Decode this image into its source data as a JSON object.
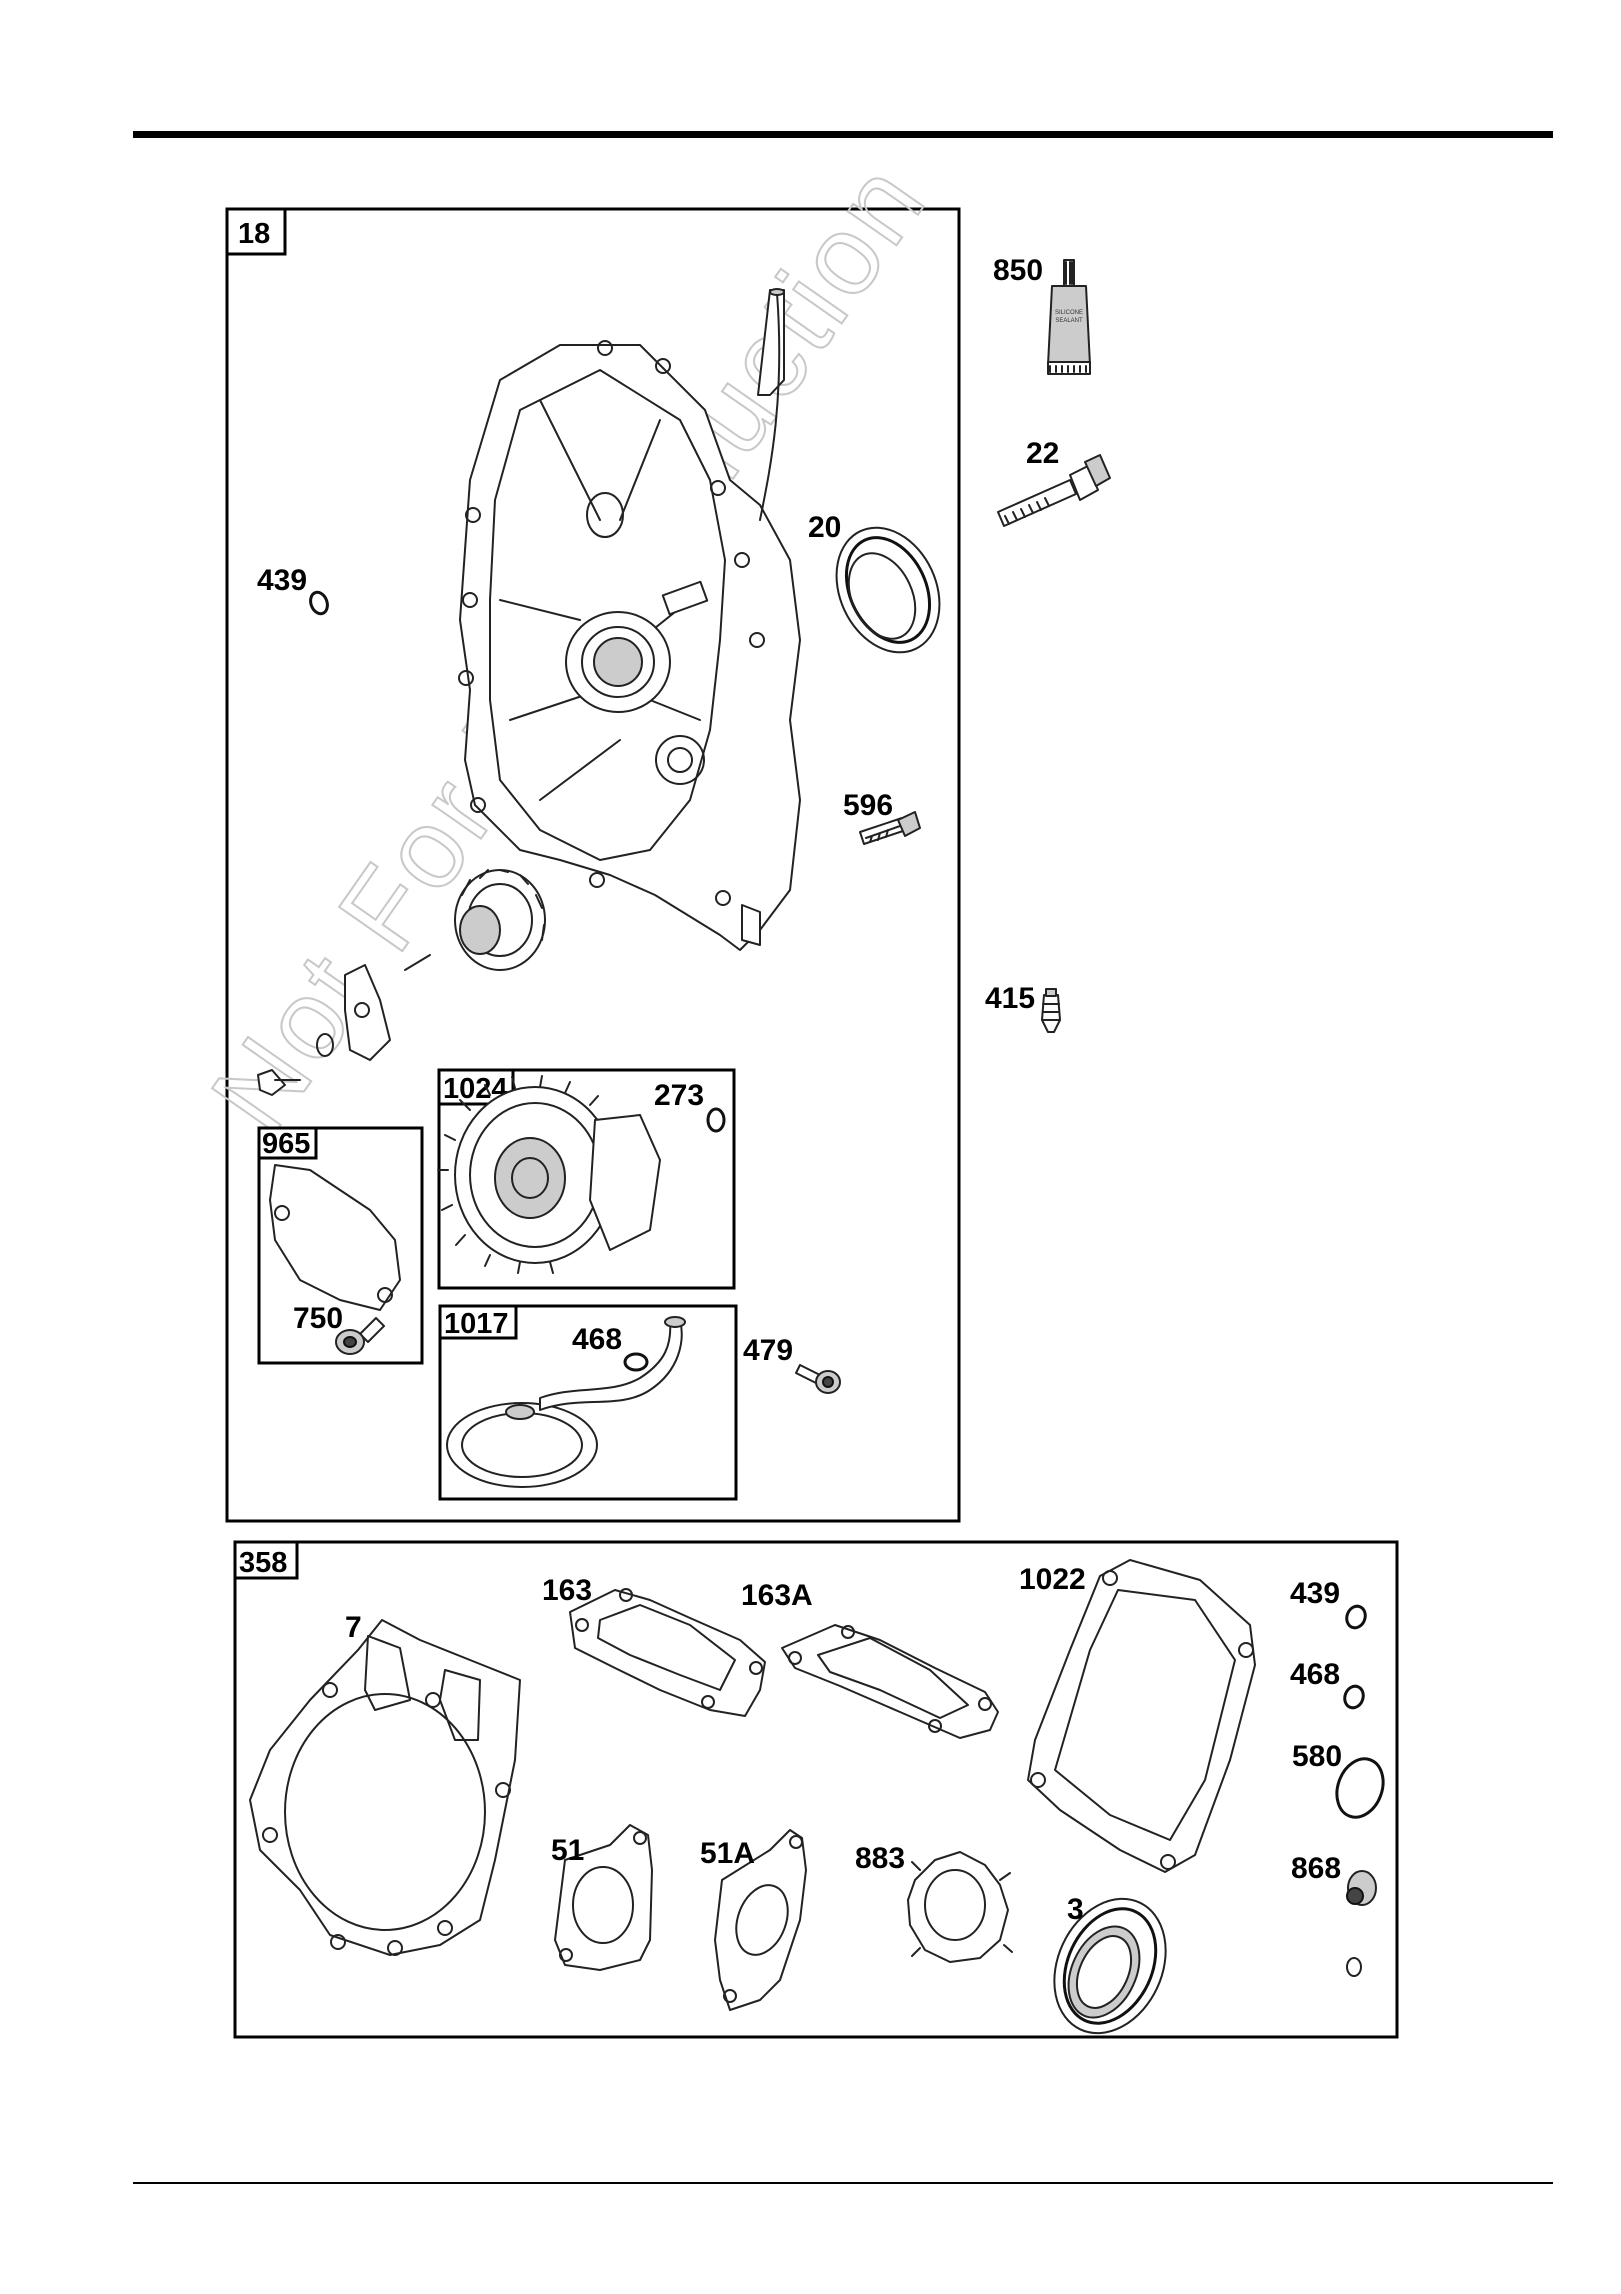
{
  "page": {
    "watermark": "Not For Reproduction"
  },
  "groups": {
    "main_box": "18",
    "seal_kit": "358",
    "gasket_965": "965",
    "gear_1024": "1024",
    "pickup_1017": "1017"
  },
  "labels": {
    "p850": "850",
    "p22": "22",
    "p20": "20",
    "p439a": "439",
    "p596": "596",
    "p415": "415",
    "p273": "273",
    "p750": "750",
    "p468a": "468",
    "p479": "479",
    "p7": "7",
    "p163": "163",
    "p163a": "163A",
    "p1022": "1022",
    "p439b": "439",
    "p468b": "468",
    "p580": "580",
    "p868": "868",
    "p51": "51",
    "p51a": "51A",
    "p883": "883",
    "p3": "3"
  },
  "sealant_tube": {
    "line1": "SILICONE",
    "line2": "SEALANT"
  },
  "icons": {
    "crankcase_cover": "crankcase-cover-icon",
    "oil_seal": "oil-seal-icon",
    "bolt": "bolt-icon",
    "gasket": "gasket-icon",
    "gear": "gear-icon",
    "oil_pickup": "oil-pickup-icon",
    "sealant_tube": "sealant-tube-icon"
  }
}
